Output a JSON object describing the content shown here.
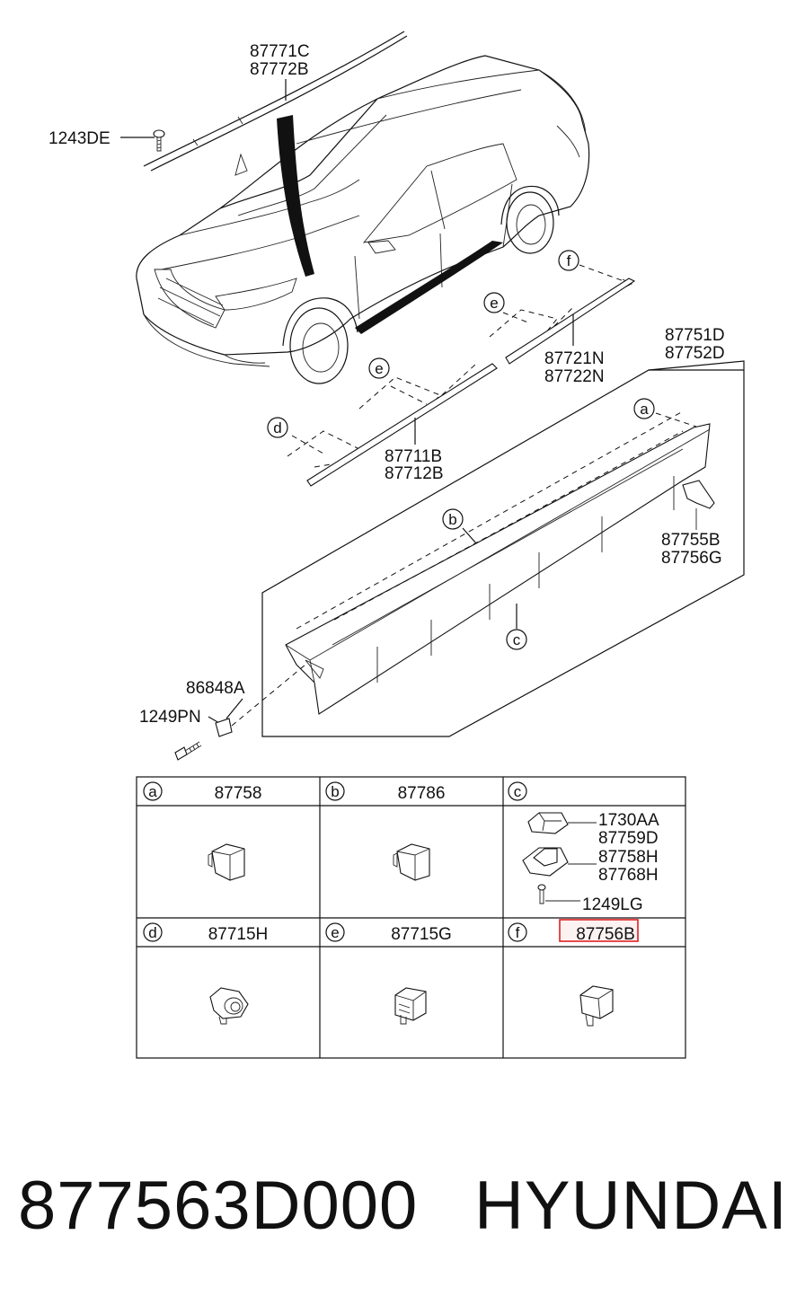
{
  "callouts": {
    "roof_upper": "87771C",
    "roof_lower": "87772B",
    "screw_top": "1243DE",
    "sill_upper": "87751D",
    "sill_lower": "87752D",
    "mold_mid_upper": "87721N",
    "mold_mid_lower": "87722N",
    "mold_front_upper": "87711B",
    "mold_front_lower": "87712B",
    "bracket_upper": "87755B",
    "bracket_lower": "87756G",
    "clip_upper": "86848A",
    "screw_bottom": "1249PN"
  },
  "letters": {
    "a": "a",
    "b": "b",
    "c": "c",
    "d": "d",
    "e": "e",
    "f": "f"
  },
  "table": {
    "a": "87758",
    "b": "87786",
    "c_parts": [
      "1730AA",
      "87759D",
      "87758H",
      "87768H",
      "1249LG"
    ],
    "d": "87715H",
    "e": "87715G",
    "f": "87756B"
  },
  "highlight_color": "#e02020",
  "footer": {
    "part_number": "877563D000",
    "brand": "HYUNDAI"
  }
}
